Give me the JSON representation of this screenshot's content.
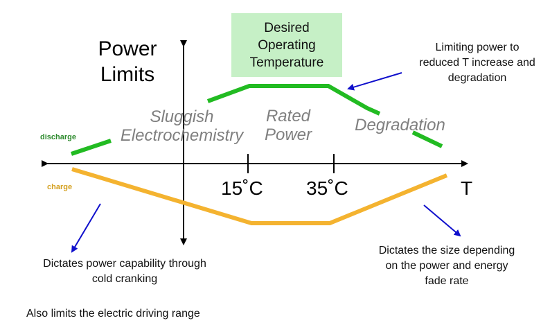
{
  "title_lines": [
    "Power",
    "Limits"
  ],
  "box_lines": [
    "Desired",
    "Operating",
    "Temperature"
  ],
  "regions": {
    "sluggish": [
      "Sluggish",
      "Electrochemistry"
    ],
    "rated": [
      "Rated",
      "Power"
    ],
    "degradation": "Degradation"
  },
  "legend": {
    "discharge": "discharge",
    "charge": "charge"
  },
  "ticks": {
    "t15": "15˚C",
    "t35": "35˚C",
    "axis": "T"
  },
  "notes": {
    "top_right": [
      "Limiting power to",
      "reduced T increase and",
      "degradation"
    ],
    "bottom_left": [
      "Dictates power capability through",
      "cold cranking"
    ],
    "bottom_left_2": "Also limits the electric driving range",
    "bottom_right": [
      "Dictates the size depending",
      "on the power and energy",
      "fade rate"
    ]
  },
  "colors": {
    "discharge": "#22bb22",
    "charge": "#f4b330",
    "arrow": "#1010cc",
    "box": "#c6f0c6"
  }
}
